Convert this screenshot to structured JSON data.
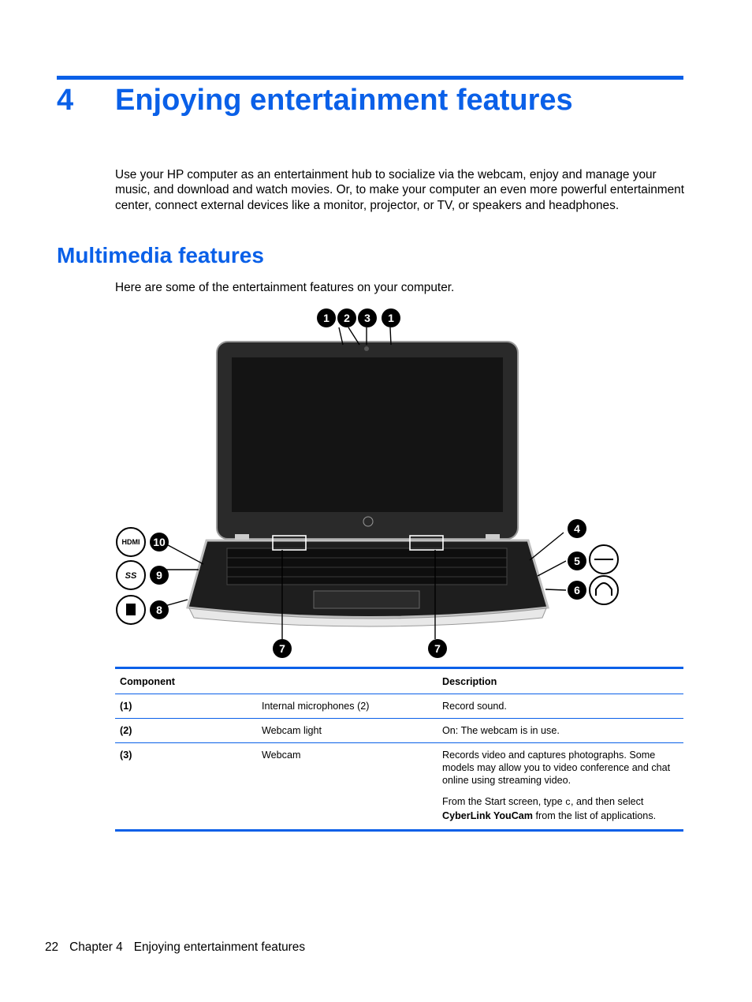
{
  "chapter": {
    "number": "4",
    "title": "Enjoying entertainment features"
  },
  "intro": "Use your HP computer as an entertainment hub to socialize via the webcam, enjoy and manage your music, and download and watch movies. Or, to make your computer an even more powerful entertainment center, connect external devices like a monitor, projector, or TV, or speakers and headphones.",
  "section": {
    "title": "Multimedia features",
    "lead": "Here are some of the entertainment features on your computer."
  },
  "figure": {
    "callouts": [
      "1",
      "2",
      "3",
      "1",
      "4",
      "5",
      "6",
      "7",
      "7",
      "8",
      "9",
      "10"
    ],
    "port_icons": {
      "hdmi": "HDMI",
      "ss": "SS",
      "usb": "usb-icon",
      "headset": "headset-icon",
      "card": "memory-card-icon"
    }
  },
  "table": {
    "headers": [
      "Component",
      "",
      "Description"
    ],
    "rows": [
      {
        "num": "(1)",
        "name": "Internal microphones (2)",
        "desc": "Record sound."
      },
      {
        "num": "(2)",
        "name": "Webcam light",
        "desc": "On: The webcam is in use."
      },
      {
        "num": "(3)",
        "name": "Webcam",
        "desc": "Records video and captures photographs. Some models may allow you to video conference and chat online using streaming video.",
        "desc2_pre": "From the Start screen, type ",
        "desc2_code": "c",
        "desc2_mid": ", and then select ",
        "desc2_bold": "CyberLink YouCam",
        "desc2_post": " from the list of applications."
      }
    ]
  },
  "footer": {
    "page": "22",
    "chapter": "Chapter 4",
    "title": "Enjoying entertainment features"
  },
  "colors": {
    "accent": "#0a60e8"
  }
}
